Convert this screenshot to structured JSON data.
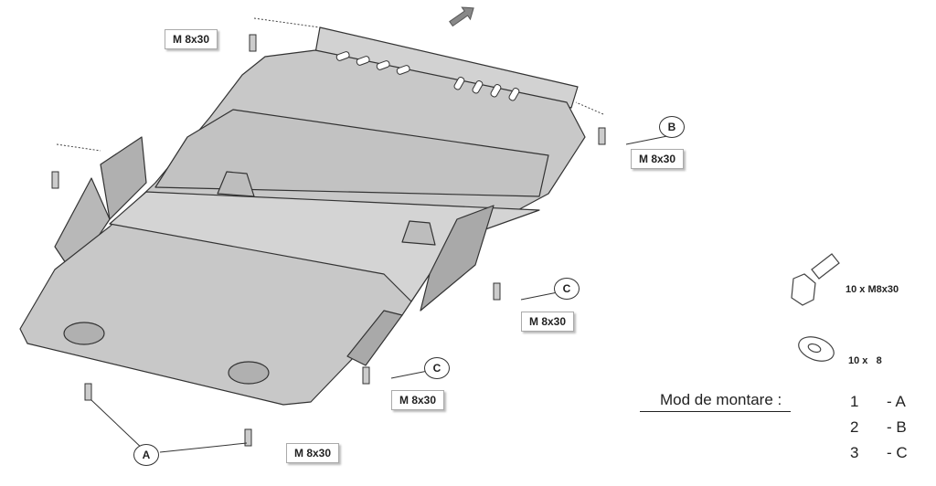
{
  "bolt_labels": [
    "M 8x30",
    "M 8x30",
    "M 8x30",
    "M 8x30",
    "M 8x30"
  ],
  "points": {
    "a": "A",
    "b": "B",
    "c1": "C",
    "c2": "C"
  },
  "parts": {
    "bolt": "10 x  M8x30",
    "washer": "10 x   8"
  },
  "legend": {
    "title": "Mod de montare  :",
    "rows": [
      {
        "n": "1",
        "p": "- A"
      },
      {
        "n": "2",
        "p": "- B"
      },
      {
        "n": "3",
        "p": "- C"
      }
    ]
  },
  "colors": {
    "plate": "#c8c8c8",
    "plate_dark": "#a9a9a9",
    "outline": "#333333"
  }
}
